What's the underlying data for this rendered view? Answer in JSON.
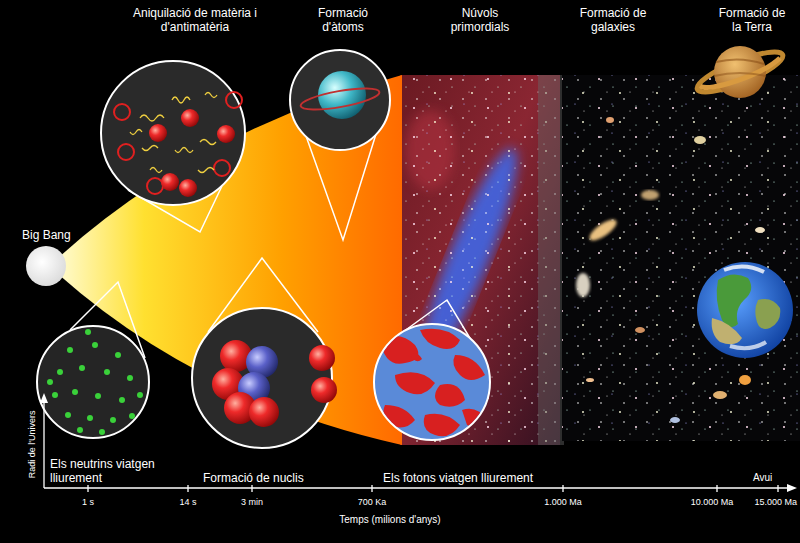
{
  "diagram": {
    "labels": [
      "Aniquilació de matèria i d'antimatèria",
      "Formació d'àtoms",
      "Núvols primordials",
      "Formació de galaxies",
      "Formació de la Terra",
      "Big Bang",
      "Els neutrins viatgen lliurement",
      "Formació de nuclis",
      "Els fotons viatgen lliurement",
      "Avui",
      "1 s",
      "14 s",
      "3 min",
      "700 Ka",
      "1.000 Ma",
      "10.000 Ma",
      "15.000 Ma",
      "Temps (milions d'anys)",
      "Radi de l'Univers"
    ]
  }
}
